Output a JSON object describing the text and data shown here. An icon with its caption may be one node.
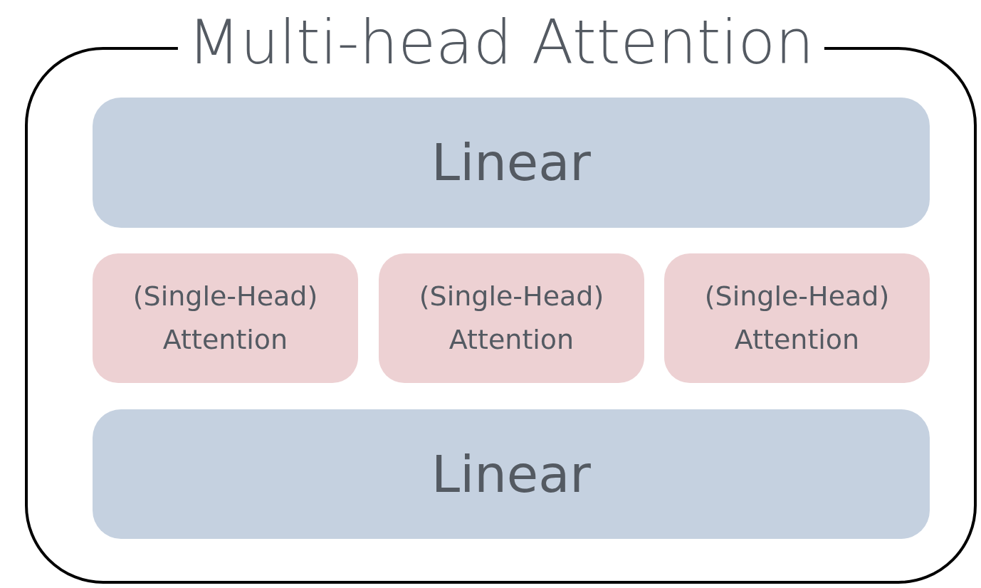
{
  "diagram": {
    "nodes": [
      {
        "text": [
          "Multi-head Attention"
        ]
      },
      {
        "text": [
          "Linear"
        ],
        "in": 0
      },
      {
        "text": [
          "(Single-Head) Attention"
        ],
        "in": 0
      },
      {
        "text": [
          "(Single-Head) Attention"
        ],
        "in": 0
      },
      {
        "text": [
          "(Single-Head) Attention"
        ],
        "in": 0
      },
      {
        "text": [
          "Linear"
        ],
        "in": 0
      }
    ]
  }
}
